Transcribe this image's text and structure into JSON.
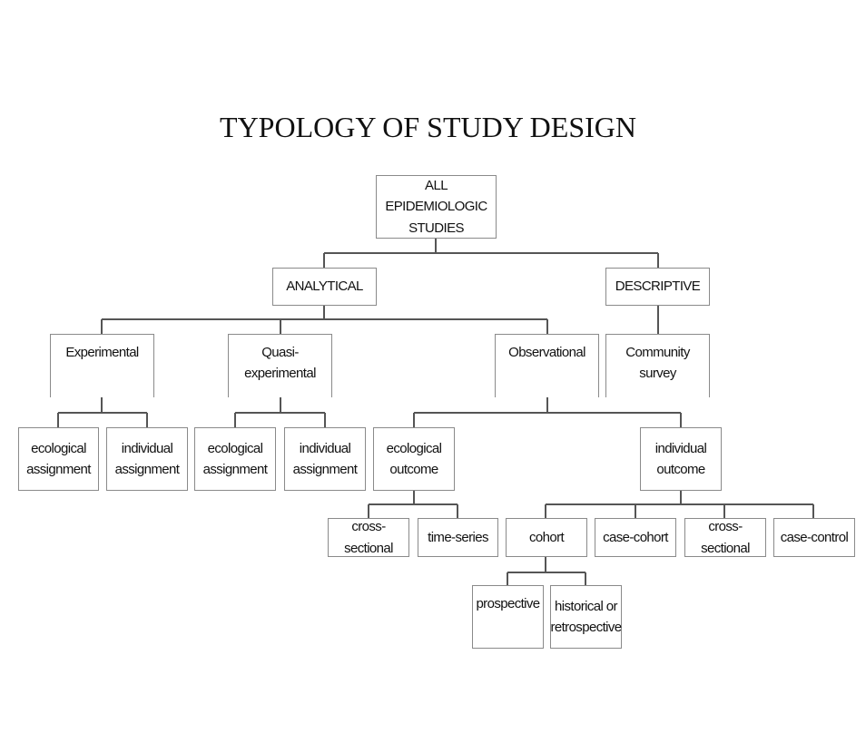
{
  "title": "TYPOLOGY OF STUDY DESIGN",
  "colors": {
    "line": "#555555",
    "border": "#8a8a8a",
    "text": "#111111",
    "background": "#ffffff"
  },
  "nodes": {
    "all": "ALL EPIDEMIOLOGIC STUDIES",
    "analytical": "ANALYTICAL",
    "descriptive": "DESCRIPTIVE",
    "experimental": "Experimental",
    "quasi_experimental": "Quasi-experimental",
    "observational": "Observational",
    "community_survey": "Community survey",
    "exp_ecological_assignment": "ecological assignment",
    "exp_individual_assignment": "individual assignment",
    "quasi_ecological_assignment": "ecological assignment",
    "quasi_individual_assignment": "individual assignment",
    "ecological_outcome": "ecological outcome",
    "individual_outcome": "individual outcome",
    "eco_cross_sectional": "cross-sectional",
    "time_series": "time-series",
    "cohort": "cohort",
    "case_cohort": "case-cohort",
    "ind_cross_sectional": "cross-sectional",
    "case_control": "case-control",
    "prospective": "prospective",
    "historical_retrospective": "historical or retrospective"
  }
}
